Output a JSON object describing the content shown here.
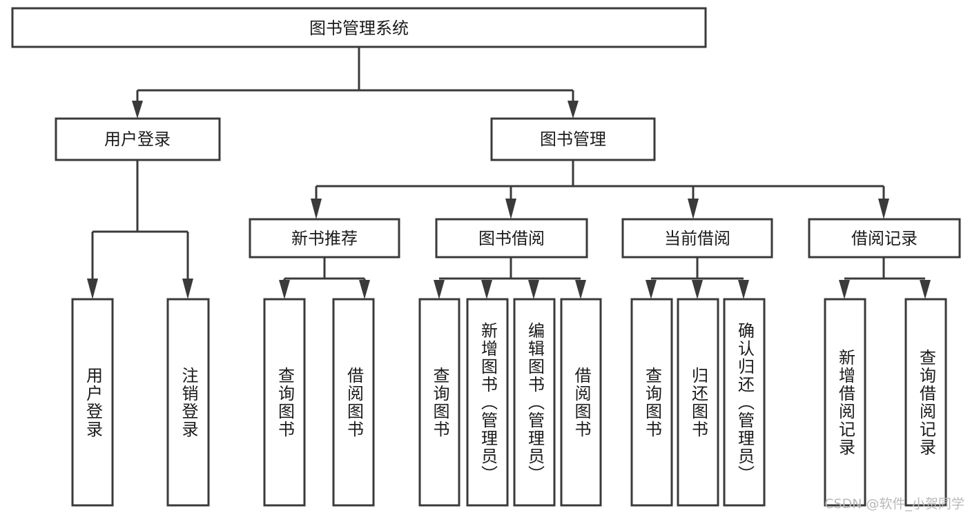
{
  "diagram": {
    "type": "tree",
    "title": "图书管理系统",
    "watermark": "CSDN @软件_小贺同学",
    "colors": {
      "stroke": "#3a3a3a",
      "fill": "#ffffff",
      "text": "#1a1a1a",
      "watermark": "#b9b9b9",
      "background": "#ffffff"
    },
    "levels": {
      "root": {
        "label": "图书管理系统"
      },
      "level2": [
        {
          "label": "用户登录"
        },
        {
          "label": "图书管理"
        }
      ],
      "level3": [
        {
          "label": "新书推荐"
        },
        {
          "label": "图书借阅"
        },
        {
          "label": "当前借阅"
        },
        {
          "label": "借阅记录"
        }
      ],
      "leaves": {
        "user_login": [
          {
            "label": "用户登录"
          },
          {
            "label": "注销登录"
          }
        ],
        "new_book_recommend": [
          {
            "label": "查询图书"
          },
          {
            "label": "借阅图书"
          }
        ],
        "book_borrow": [
          {
            "label": "查询图书"
          },
          {
            "label": "新增图书（管理员）"
          },
          {
            "label": "编辑图书（管理员）"
          },
          {
            "label": "借阅图书"
          }
        ],
        "current_borrow": [
          {
            "label": "查询图书"
          },
          {
            "label": "归还图书"
          },
          {
            "label": "确认归还（管理员）"
          }
        ],
        "borrow_record": [
          {
            "label": "新增借阅记录"
          },
          {
            "label": "查询借阅记录"
          }
        ]
      }
    }
  }
}
